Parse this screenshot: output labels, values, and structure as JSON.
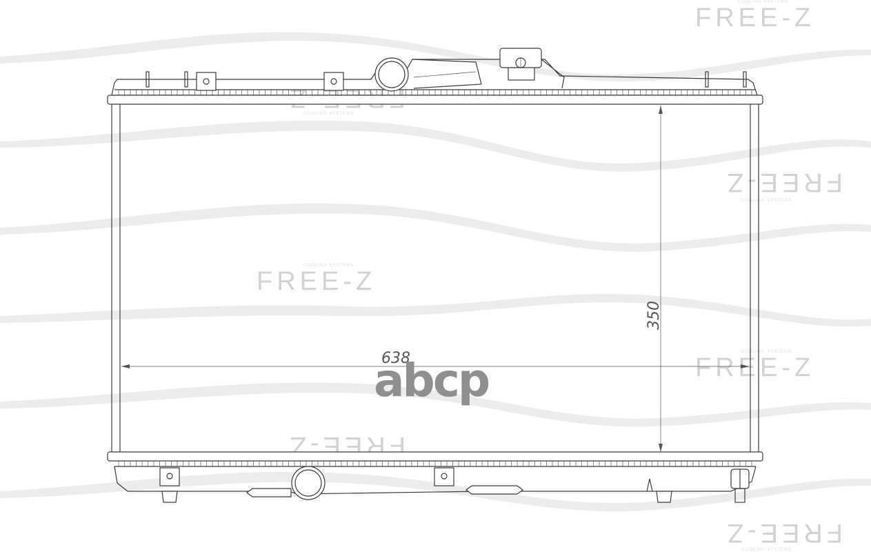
{
  "watermark": {
    "brand": "FREE-Z",
    "tagline": "COOLING SYSTEMS"
  },
  "overlay_logo": "abcp",
  "dimensions": {
    "width_label": "638",
    "height_label": "350"
  },
  "colors": {
    "line": "#3a3a3a",
    "watermark": "#d2d2d2",
    "logo": "#8f8f8f"
  }
}
